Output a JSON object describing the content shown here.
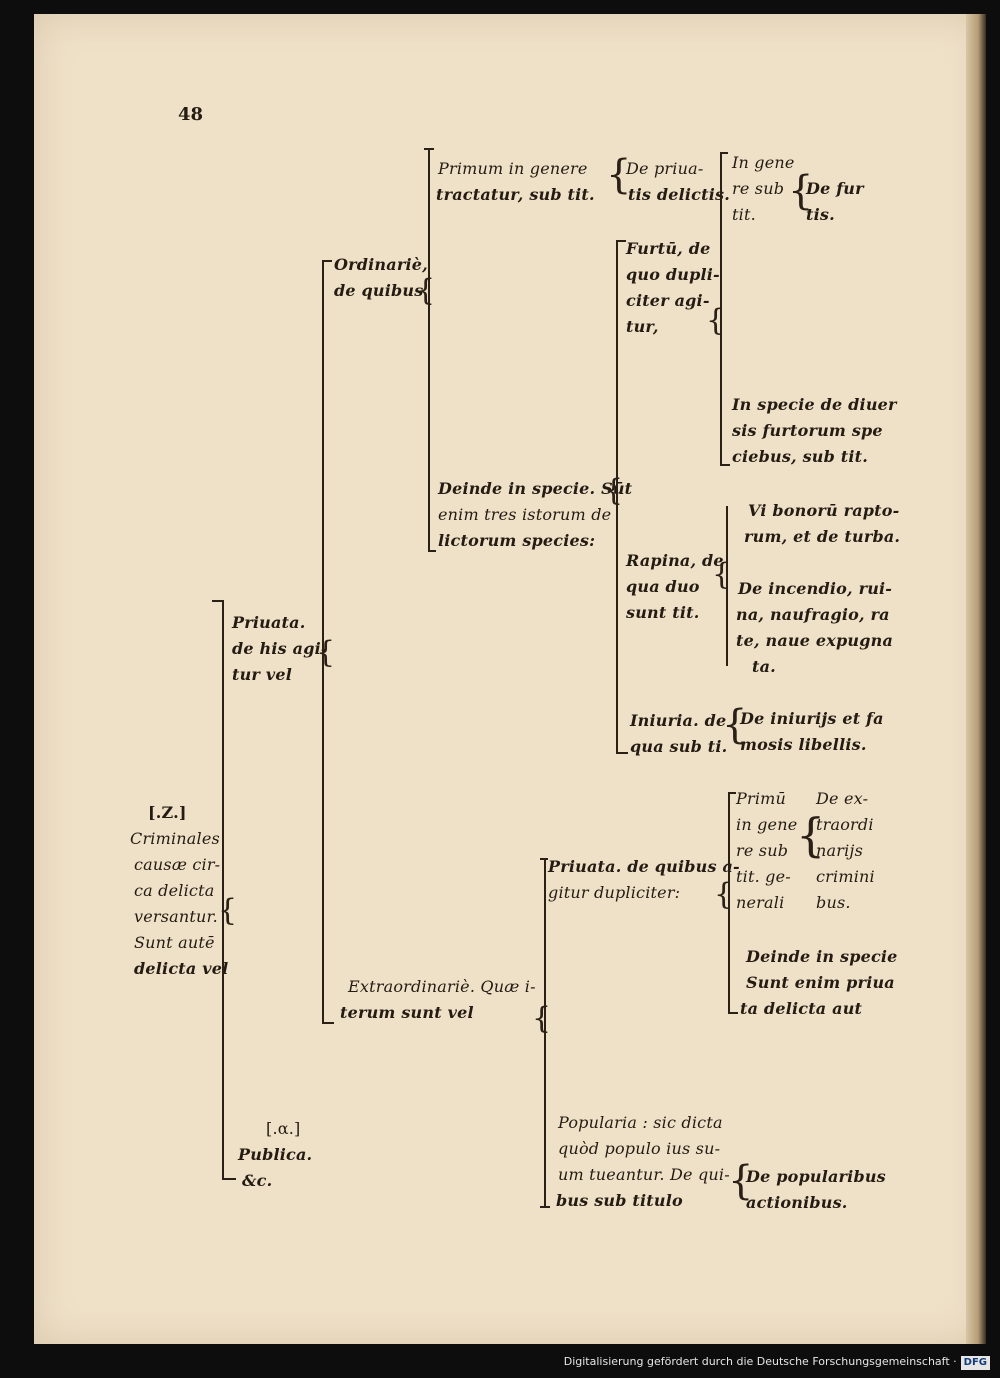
{
  "page_number": "48",
  "footer": {
    "credit": "Digitalisierung gefördert durch die Deutsche Forschungsgemeinschaft ·",
    "logo": "DFG"
  },
  "root": {
    "marker": "[.Z.]",
    "lines": [
      "Criminales",
      "causæ cir-",
      "ca delicta",
      "versantur.",
      "Sunt autē",
      "delicta vel"
    ]
  },
  "privata": {
    "lines": [
      "Priuata.",
      "de his agi-",
      "tur vel"
    ]
  },
  "publica": {
    "marker": "[.α.]",
    "lines": [
      "Publica.",
      "&c."
    ]
  },
  "ordinarie": {
    "lines": [
      "Ordinariè,",
      "de quibus"
    ]
  },
  "extraordinarie": {
    "lines": [
      "Extraordinariè. Quæ i-",
      "terum sunt vel"
    ]
  },
  "primum": {
    "lines": [
      "Primum in genere",
      "tractatur, sub tit."
    ]
  },
  "de_priuatis": {
    "lines": [
      "De priua-",
      "tis delictis."
    ]
  },
  "in_genere": {
    "lines": [
      "In gene",
      "re sub",
      "tit."
    ]
  },
  "de_furtis": {
    "lines": [
      "De fur",
      "tis."
    ]
  },
  "deinde": {
    "lines": [
      "Deinde in specie. Sūt",
      "enim tres istorum de",
      "lictorum species:"
    ]
  },
  "furtum": {
    "lines": [
      "Furtū, de",
      "quo dupli-",
      "citer agi-",
      "tur,"
    ]
  },
  "in_specie": {
    "lines": [
      "In specie de diuer",
      "sis furtorum spe",
      "ciebus, sub tit."
    ]
  },
  "rapina": {
    "lines": [
      "Rapina, de",
      "qua duo",
      "sunt tit."
    ]
  },
  "vi_bonorum": {
    "lines": [
      "Vi bonorū rapto-",
      "rum, et de turba."
    ]
  },
  "de_incendio": {
    "lines": [
      "De incendio, rui-",
      "na, naufragio, ra",
      "te, naue expugna",
      "ta."
    ]
  },
  "iniuria": {
    "lines": [
      "Iniuria. de",
      "qua sub ti."
    ]
  },
  "de_iniuriis": {
    "lines": [
      "De iniurijs et fa",
      "mosis libellis."
    ]
  },
  "priuata_de_quibus": {
    "lines": [
      "Priuata. de quibus a-",
      "gitur dupliciter:"
    ]
  },
  "primu_in_genere": {
    "lines": [
      "Primū",
      "in gene",
      "re sub",
      "tit. ge-",
      "nerali"
    ]
  },
  "de_extraordinariis": {
    "lines": [
      "De ex-",
      "traordi",
      "narijs",
      "crimini",
      "bus."
    ]
  },
  "deinde_in_specie2": {
    "lines": [
      "Deinde in specie",
      "Sunt enim priua",
      "ta delicta aut"
    ]
  },
  "popularia": {
    "lines": [
      "Popularia : sic dicta",
      "quòd populo ius su-",
      "um tueantur. De qui-",
      "bus sub titulo"
    ]
  },
  "de_popularibus": {
    "lines": [
      "De popularibus",
      "actionibus."
    ]
  }
}
